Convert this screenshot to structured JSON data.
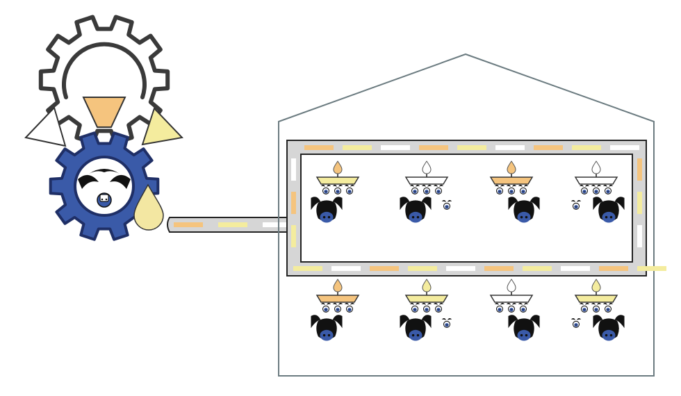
{
  "colors": {
    "gear_outline": "#3a3a3a",
    "gear_blue": "#3a5aa8",
    "gear_blue_dark": "#1f2f66",
    "feed_orange": "#f5c47e",
    "feed_yellow": "#f4ec9e",
    "feed_white": "#ffffff",
    "pipe_gray": "#d6d6d6",
    "pipe_outline": "#222222",
    "barn_outline": "#6b7b80",
    "pig_black": "#111111",
    "piglet_blue": "#3a5aa8",
    "drop_yellow": "#f3e7a2",
    "drop_orange": "#f0c271"
  },
  "icons": {
    "control_gear": "gear-outline-icon",
    "feed_funnel": "funnel-icon",
    "feeder_gear": "gear-icon",
    "sow_piglet": "sow-with-piglet-icon",
    "liquid_drop": "droplet-icon",
    "barn": "barn-icon",
    "trough": "trough-icon",
    "pig": "pig-icon",
    "piglets": "piglet-group-icon"
  },
  "pens": {
    "top": [
      {
        "feed": "feed_orange",
        "trough": "feed_yellow",
        "extra_piglet": false,
        "pig_side": "left"
      },
      {
        "feed": "feed_white",
        "trough": "feed_white",
        "extra_piglet": true,
        "pig_side": "left"
      },
      {
        "feed": "feed_orange",
        "trough": "feed_orange",
        "extra_piglet": false,
        "pig_side": "right"
      },
      {
        "feed": "feed_white",
        "trough": "feed_white",
        "extra_piglet": true,
        "pig_side": "right"
      }
    ],
    "bottom": [
      {
        "feed": "feed_orange",
        "trough": "feed_orange",
        "extra_piglet": false,
        "pig_side": "left"
      },
      {
        "feed": "feed_yellow",
        "trough": "feed_yellow",
        "extra_piglet": true,
        "pig_side": "left"
      },
      {
        "feed": "feed_white",
        "trough": "feed_white",
        "extra_piglet": false,
        "pig_side": "right"
      },
      {
        "feed": "feed_yellow",
        "trough": "feed_yellow",
        "extra_piglet": true,
        "pig_side": "right"
      }
    ]
  },
  "pipe_dash_pattern": [
    "feed_orange",
    "feed_yellow",
    "feed_white"
  ]
}
